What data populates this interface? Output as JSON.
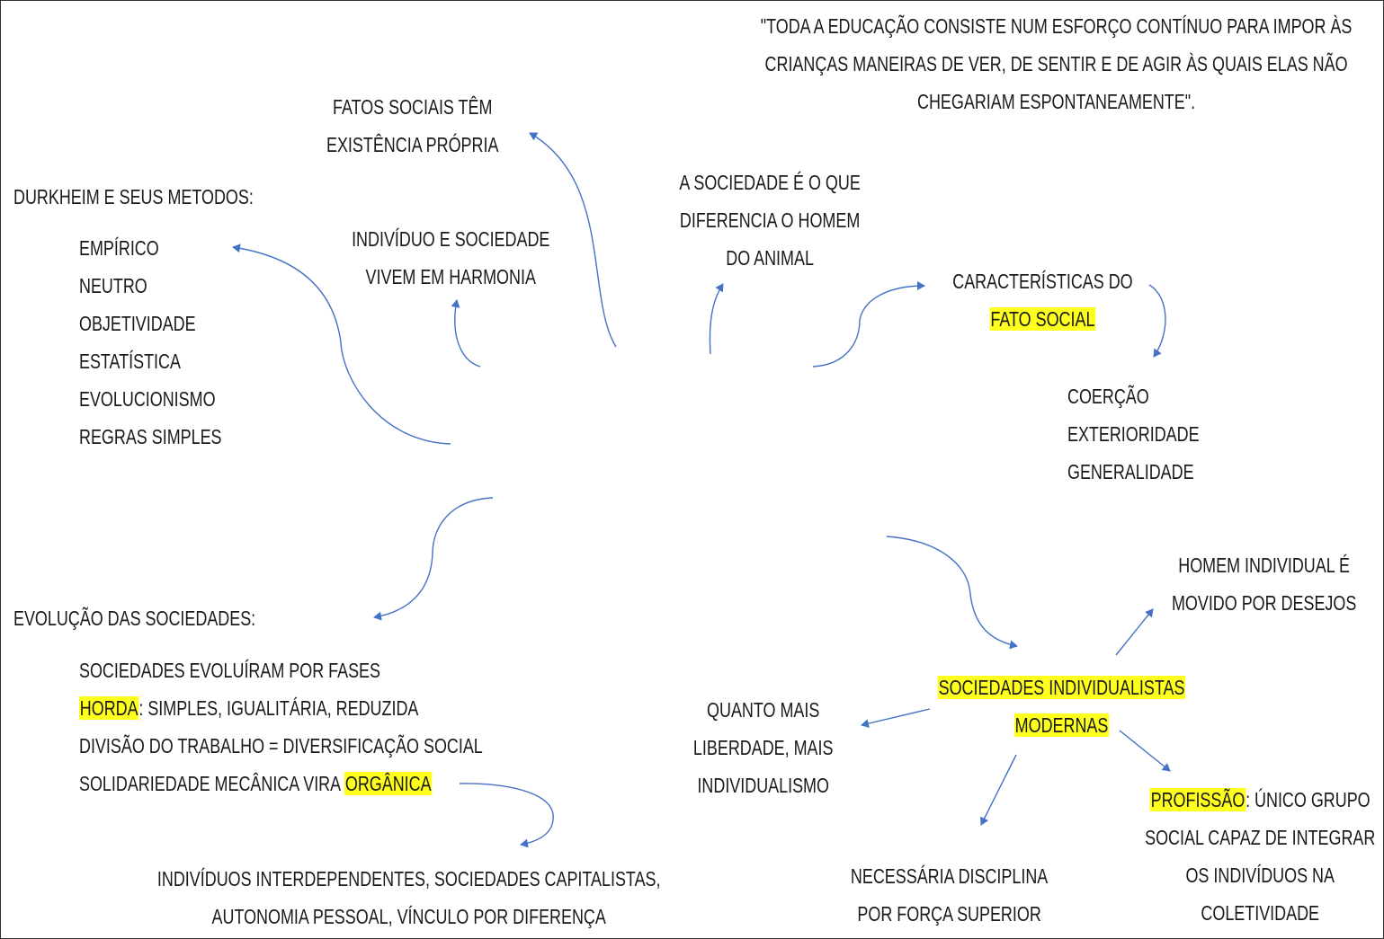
{
  "quote": {
    "lines": [
      "\"Toda a educação consiste num esforço contínuo para impor às",
      "crianças maneiras de ver, de sentir e de agir às quais elas não",
      "chegariam espontaneamente\"."
    ]
  },
  "fatos_sociais": {
    "lines": [
      "Fatos sociais têm",
      "existência própria"
    ]
  },
  "metodos": {
    "title": "Durkheim e seus metodos:",
    "items": [
      "Empírico",
      "Neutro",
      "Objetividade",
      "Estatística",
      "Evolucionismo",
      "Regras simples"
    ]
  },
  "harmonia": {
    "lines": [
      "Indivíduo e sociedade",
      "vivem em harmonia"
    ]
  },
  "diferencia": {
    "lines": [
      "A sociedade é o que",
      "diferencia o homem",
      "do animal"
    ]
  },
  "caracteristicas": {
    "line1": "Características do",
    "highlight": "Fato social",
    "items": [
      "Coerção",
      "Exterioridade",
      "Generalidade"
    ]
  },
  "evolucao": {
    "title": "Evolução das sociedades:",
    "line1": "Sociedades evoluíram por fases",
    "horda_highlight": "Horda",
    "horda_rest": ": simples, igualitária, reduzida",
    "line3": "Divisão do trabalho = diversificação social",
    "line4_pre": "Solidariedade mecânica vira ",
    "line4_highlight": "orgânica",
    "result": [
      "Indivíduos interdependentes, sociedades capitalistas,",
      "autonomia pessoal, vínculo por diferença"
    ]
  },
  "modernas": {
    "lines": [
      "Sociedades individualistas",
      "modernas"
    ]
  },
  "homem_individual": {
    "lines": [
      "Homem individual é",
      "movido por desejos"
    ]
  },
  "liberdade": {
    "lines": [
      "Quanto mais",
      "liberdade, mais",
      "individualismo"
    ]
  },
  "profissao": {
    "highlight": "Profissão",
    "line1_rest": ": único grupo",
    "lines": [
      "social capaz de integrar",
      "os indivíduos na",
      "coletividade"
    ]
  },
  "disciplina": {
    "lines": [
      "Necessária disciplina",
      "por força superior"
    ]
  },
  "colors": {
    "arrow": "#4472c4",
    "highlight": "#ffff1e"
  }
}
